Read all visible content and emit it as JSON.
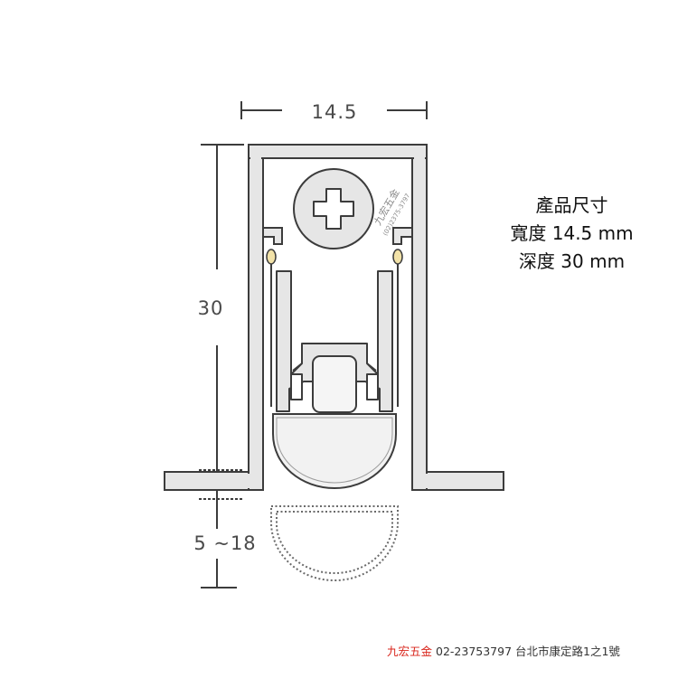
{
  "dimensions": {
    "width_label": "14.5",
    "height_label": "30",
    "gap_label": "5 ~18"
  },
  "specs": {
    "title": "產品尺寸",
    "width_line": "寬度 14.5 mm",
    "depth_line": "深度 30 mm"
  },
  "footer": {
    "brand": "九宏五金",
    "phone": "02-23753797",
    "address": "台北市康定路1之1號"
  },
  "watermark": {
    "brand": "九宏五金",
    "phone": "(02)2375-3797"
  },
  "colors": {
    "profile_fill": "#e6e6e6",
    "outline": "#3c3c3c",
    "text": "#111111",
    "brand_red": "#d9261c"
  }
}
